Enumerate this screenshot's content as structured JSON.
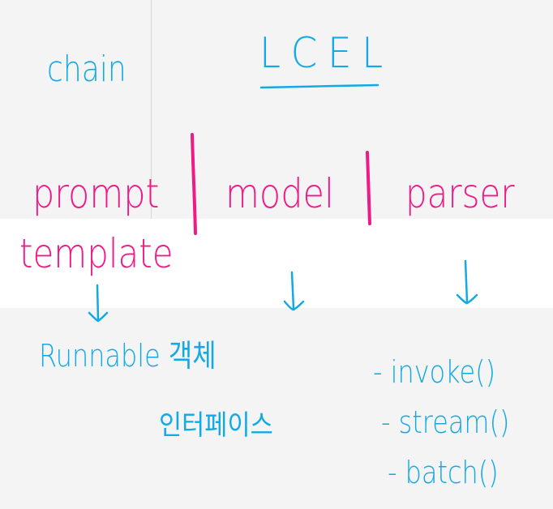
{
  "notes": {
    "chain_label": "chain",
    "lcel_label": "LCEL",
    "prompt_label": "prompt",
    "template_label": "template",
    "model_label": "model",
    "parser_label": "parser",
    "runnable_label": "Runnable 객체",
    "interface_label": "인터페이스",
    "methods": [
      "- invoke()",
      "- stream()",
      "- batch()"
    ]
  },
  "colors": {
    "blue_ink": "#12a9e6",
    "pink_ink": "#ef1a86",
    "background": "#f4f4f4",
    "highlight_band": "#ffffff",
    "ruler_line": "#d8d8d8"
  }
}
